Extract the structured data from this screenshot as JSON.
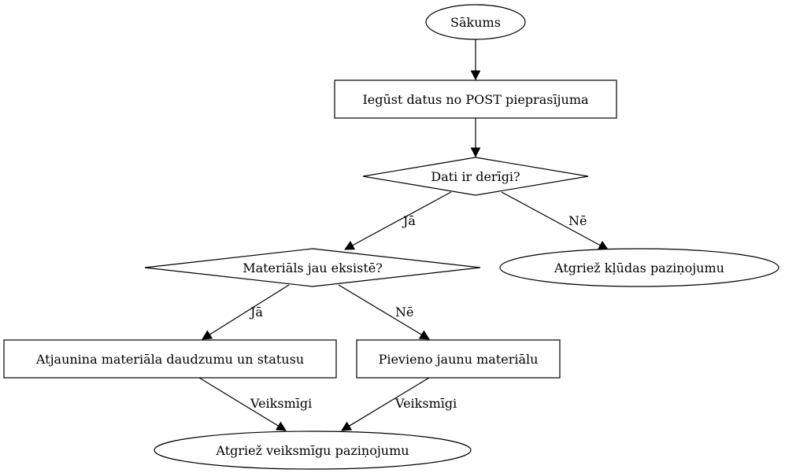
{
  "diagram": {
    "type": "flowchart",
    "nodes": [
      {
        "id": "start",
        "shape": "ellipse",
        "label": "Sākums"
      },
      {
        "id": "get_data",
        "shape": "rectangle",
        "label": "Iegūst datus no POST pieprasījuma"
      },
      {
        "id": "valid",
        "shape": "diamond",
        "label": "Dati ir derīgi?"
      },
      {
        "id": "exists",
        "shape": "diamond",
        "label": "Materiāls jau eksistē?"
      },
      {
        "id": "error",
        "shape": "ellipse",
        "label": "Atgriež kļūdas paziņojumu"
      },
      {
        "id": "update",
        "shape": "rectangle",
        "label": "Atjaunina materiāla daudzumu un statusu"
      },
      {
        "id": "add",
        "shape": "rectangle",
        "label": "Pievieno jaunu materiālu"
      },
      {
        "id": "success",
        "shape": "ellipse",
        "label": "Atgriež veiksmīgu paziņojumu"
      }
    ],
    "edges": [
      {
        "from": "start",
        "to": "get_data",
        "label": ""
      },
      {
        "from": "get_data",
        "to": "valid",
        "label": ""
      },
      {
        "from": "valid",
        "to": "exists",
        "label": "Jā"
      },
      {
        "from": "valid",
        "to": "error",
        "label": "Nē"
      },
      {
        "from": "exists",
        "to": "update",
        "label": "Jā"
      },
      {
        "from": "exists",
        "to": "add",
        "label": "Nē"
      },
      {
        "from": "update",
        "to": "success",
        "label": "Veiksmīgi"
      },
      {
        "from": "add",
        "to": "success",
        "label": "Veiksmīgi"
      }
    ]
  }
}
